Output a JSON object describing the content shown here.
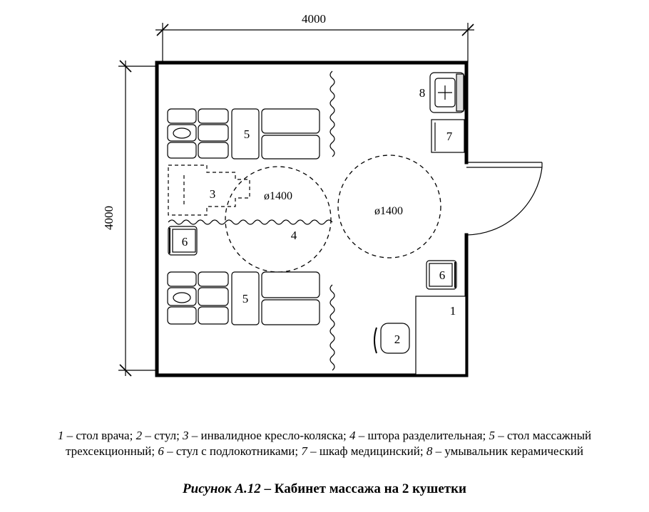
{
  "dimensions": {
    "width_label": "4000",
    "height_label": "4000"
  },
  "labels": {
    "item1": "1",
    "item2": "2",
    "item3": "3",
    "item4": "4",
    "item5_top": "5",
    "item5_bottom": "5",
    "item6_left": "6",
    "item6_right": "6",
    "item7": "7",
    "item8": "8",
    "circle_left": "ø1400",
    "circle_right": "ø1400"
  },
  "legend": [
    {
      "num": "1",
      "text": " – стол врача; "
    },
    {
      "num": "2",
      "text": " – стул; "
    },
    {
      "num": "3",
      "text": " – инвалидное кресло-коляска; "
    },
    {
      "num": "4",
      "text": " – штора разделительная; "
    },
    {
      "num": "5",
      "text": " – стол массажный"
    },
    {
      "num": "",
      "text": "трехсекционный; "
    },
    {
      "num": "6",
      "text": " – стул с подлокотниками; "
    },
    {
      "num": "7",
      "text": " – шкаф медицинский; "
    },
    {
      "num": "8",
      "text": " – умывальник керамический"
    }
  ],
  "title": {
    "lead": "Рисунок А.12",
    "rest": " – Кабинет массажа на 2 кушетки"
  }
}
